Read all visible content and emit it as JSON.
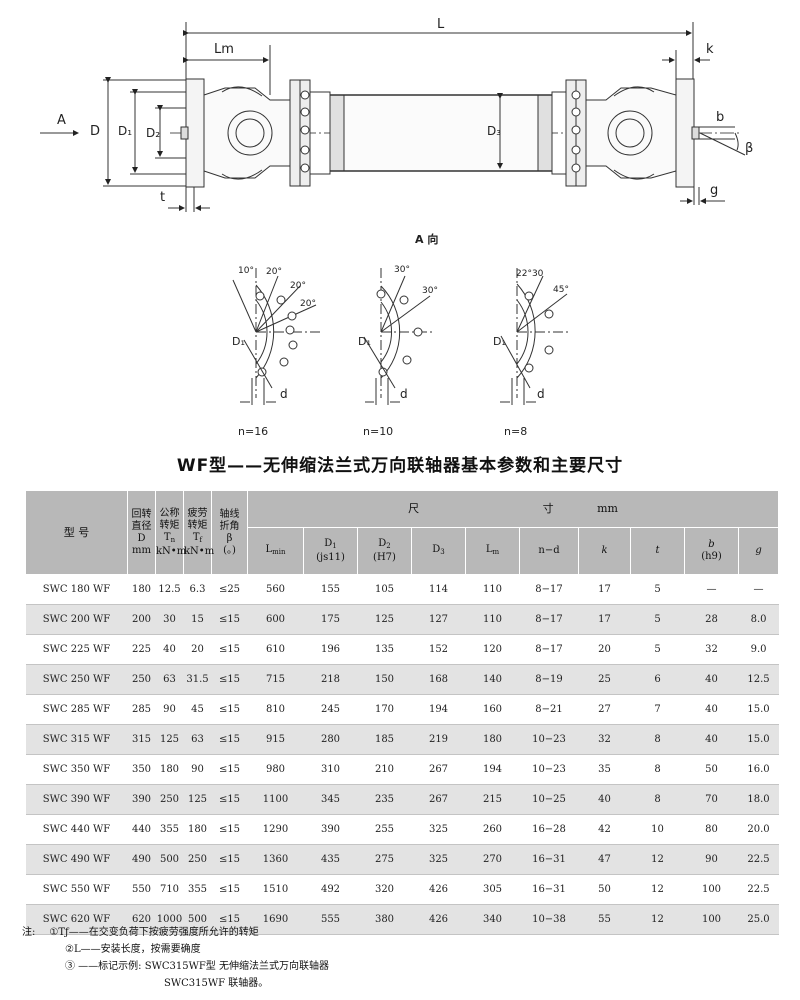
{
  "drawing": {
    "dim_L": "L",
    "dim_Lm": "Lm",
    "dim_k": "k",
    "dim_D": "D",
    "dim_D1": "D₁",
    "dim_D2": "D₂",
    "dim_D3": "D₃",
    "dim_b": "b",
    "dim_beta": "β",
    "dim_g": "g",
    "dim_t": "t",
    "arrow_A": "A",
    "view_label": "A 向",
    "n16": {
      "label": "n=16",
      "angles": [
        "10°",
        "20°",
        "20°",
        "20°"
      ],
      "d1": "D₁",
      "d": "d"
    },
    "n10": {
      "label": "n=10",
      "angles": [
        "30°",
        "30°"
      ],
      "d1": "D₁",
      "d": "d"
    },
    "n8": {
      "label": "n=8",
      "angles": [
        "22°30",
        "45°"
      ],
      "d1": "D₁",
      "d": "d"
    }
  },
  "title": "WF型——无伸缩法兰式万向联轴器基本参数和主要尺寸",
  "table": {
    "header": {
      "model": "型 号",
      "d_l1": "回转",
      "d_l2": "直径",
      "d_l3": "D",
      "d_l4": "mm",
      "tn_l1": "公称",
      "tn_l2": "转矩",
      "tn_l3": "T",
      "tn_sub": "n",
      "tn_l4": "kN•m",
      "tf_l1": "疲劳",
      "tf_l2": "转矩",
      "tf_l3": "T",
      "tf_sub": "f",
      "tf_l4": "kN•m",
      "b_l1": "轴线",
      "b_l2": "折角",
      "b_l3": "β",
      "b_l4": "(。)",
      "dim_chi": "尺",
      "dim_cun": "寸",
      "dim_mm": "mm",
      "lmin": "L",
      "lmin_sub": "min",
      "d1": "D",
      "d1_sub": "1",
      "d1_tol": "(js11)",
      "d2": "D",
      "d2_sub": "2",
      "d2_tol": "(H7)",
      "d3": "D",
      "d3_sub": "3",
      "lm": "L",
      "lm_sub": "m",
      "nd": "n−d",
      "k": "k",
      "t": "t",
      "b": "b",
      "b_tol": "(h9)",
      "g": "g"
    },
    "rows": [
      [
        "SWC 180 WF",
        "180",
        "12.5",
        "6.3",
        "≤25",
        "560",
        "155",
        "105",
        "114",
        "110",
        "8−17",
        "17",
        "5",
        "—",
        "—"
      ],
      [
        "SWC 200 WF",
        "200",
        "30",
        "15",
        "≤15",
        "600",
        "175",
        "125",
        "127",
        "110",
        "8−17",
        "17",
        "5",
        "28",
        "8.0"
      ],
      [
        "SWC 225 WF",
        "225",
        "40",
        "20",
        "≤15",
        "610",
        "196",
        "135",
        "152",
        "120",
        "8−17",
        "20",
        "5",
        "32",
        "9.0"
      ],
      [
        "SWC 250 WF",
        "250",
        "63",
        "31.5",
        "≤15",
        "715",
        "218",
        "150",
        "168",
        "140",
        "8−19",
        "25",
        "6",
        "40",
        "12.5"
      ],
      [
        "SWC 285 WF",
        "285",
        "90",
        "45",
        "≤15",
        "810",
        "245",
        "170",
        "194",
        "160",
        "8−21",
        "27",
        "7",
        "40",
        "15.0"
      ],
      [
        "SWC 315 WF",
        "315",
        "125",
        "63",
        "≤15",
        "915",
        "280",
        "185",
        "219",
        "180",
        "10−23",
        "32",
        "8",
        "40",
        "15.0"
      ],
      [
        "SWC 350 WF",
        "350",
        "180",
        "90",
        "≤15",
        "980",
        "310",
        "210",
        "267",
        "194",
        "10−23",
        "35",
        "8",
        "50",
        "16.0"
      ],
      [
        "SWC 390 WF",
        "390",
        "250",
        "125",
        "≤15",
        "1100",
        "345",
        "235",
        "267",
        "215",
        "10−25",
        "40",
        "8",
        "70",
        "18.0"
      ],
      [
        "SWC 440 WF",
        "440",
        "355",
        "180",
        "≤15",
        "1290",
        "390",
        "255",
        "325",
        "260",
        "16−28",
        "42",
        "10",
        "80",
        "20.0"
      ],
      [
        "SWC 490 WF",
        "490",
        "500",
        "250",
        "≤15",
        "1360",
        "435",
        "275",
        "325",
        "270",
        "16−31",
        "47",
        "12",
        "90",
        "22.5"
      ],
      [
        "SWC 550 WF",
        "550",
        "710",
        "355",
        "≤15",
        "1510",
        "492",
        "320",
        "426",
        "305",
        "16−31",
        "50",
        "12",
        "100",
        "22.5"
      ],
      [
        "SWC 620 WF",
        "620",
        "1000",
        "500",
        "≤15",
        "1690",
        "555",
        "380",
        "426",
        "340",
        "10−38",
        "55",
        "12",
        "100",
        "25.0"
      ]
    ]
  },
  "notes": {
    "prefix": "注:",
    "n1": "①Tƒ——在交变负荷下按疲劳强度所允许的转矩",
    "n2": "②L——安装长度，按需要确度",
    "n3": "③ ——标记示例: SWC315WF型  无伸缩法兰式万向联轴器",
    "n4": "SWC315WF   联轴器。"
  }
}
